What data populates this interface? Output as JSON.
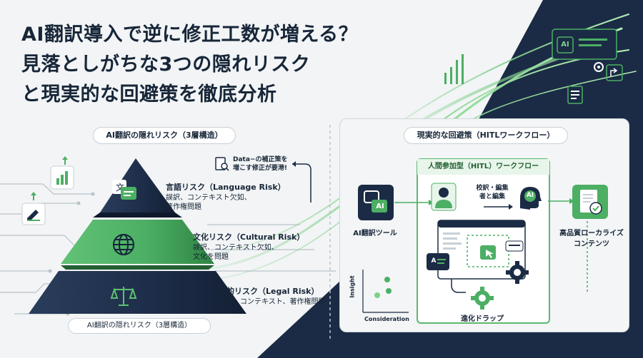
{
  "title": {
    "line1": "AI翻訳導入で逆に修正工数が増える？",
    "line2": "見落としがちな3つの隠れリスク",
    "line3": "と現実的な回避策を徹底分析"
  },
  "left": {
    "header": "AI翻訳の隠れリスク（3層構造）",
    "footer": "AI翻訳の隠れリスク（3層構造）",
    "callout": {
      "line1": "Data−の補正策を",
      "line2": "増こす修正が要港!"
    },
    "layers": [
      {
        "title": "言語リスク（Language Risk）",
        "line1": "誤訳、コンテキスト欠如、",
        "line2": "著作権問題"
      },
      {
        "title": "文化リスク（Cultural Risk）",
        "line1": "誤訳、コンテキスト欠如、",
        "line2": "文化を問題"
      },
      {
        "title": "法的リスク（Legal Risk）",
        "line1": "誤訳、コンテキスト、著作権問題",
        "line2": ""
      }
    ]
  },
  "right": {
    "header": "現実的な回避策（HITLワークフロー）",
    "hitl_title": "人間参加型（HITL）ワークフロー",
    "ai_tool_label": "AI翻訳ツール",
    "ai_tool_badge": "AI",
    "edit_label_line1": "校訳・編集",
    "edit_label_line2": "者と編集",
    "ai_head_label": "AI",
    "screen_badge": "A",
    "output_label_line1": "高品質ローカライズ",
    "output_label_line2": "コンテンツ",
    "loop_label": "進化ドラップ",
    "chart_ylabel": "Insight",
    "chart_xlabel": "Consideration"
  },
  "top_right": {
    "ai_badge": "AI"
  },
  "colors": {
    "navy": "#1b2b45",
    "green": "#4caf64",
    "light_green": "#7fd08a",
    "dark_green": "#2e7d3e"
  }
}
